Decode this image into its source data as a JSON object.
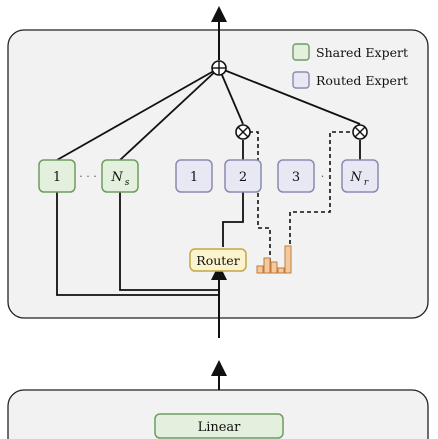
{
  "legend": {
    "shared_label": "Shared Expert",
    "routed_label": "Routed Expert"
  },
  "shared_experts": {
    "first": "1",
    "dots": "· · ·",
    "last": "N",
    "last_sub": "s"
  },
  "routed_experts": {
    "e1": "1",
    "e2": "2",
    "e3": "3",
    "dots": "· ·",
    "last": "N",
    "last_sub": "r"
  },
  "router_label": "Router",
  "linear_label": "Linear",
  "colors": {
    "shared_fill": "#e3f0dd",
    "shared_stroke": "#6f9a62",
    "routed_fill": "#e8e8f4",
    "routed_stroke": "#8a8ab0",
    "router_fill": "#fbf3cc",
    "router_stroke": "#c2a84a",
    "bar_fill": "#f4c9a0",
    "bar_stroke": "#c07a3a",
    "panel_fill": "#f2f2f2",
    "line": "#111111"
  }
}
